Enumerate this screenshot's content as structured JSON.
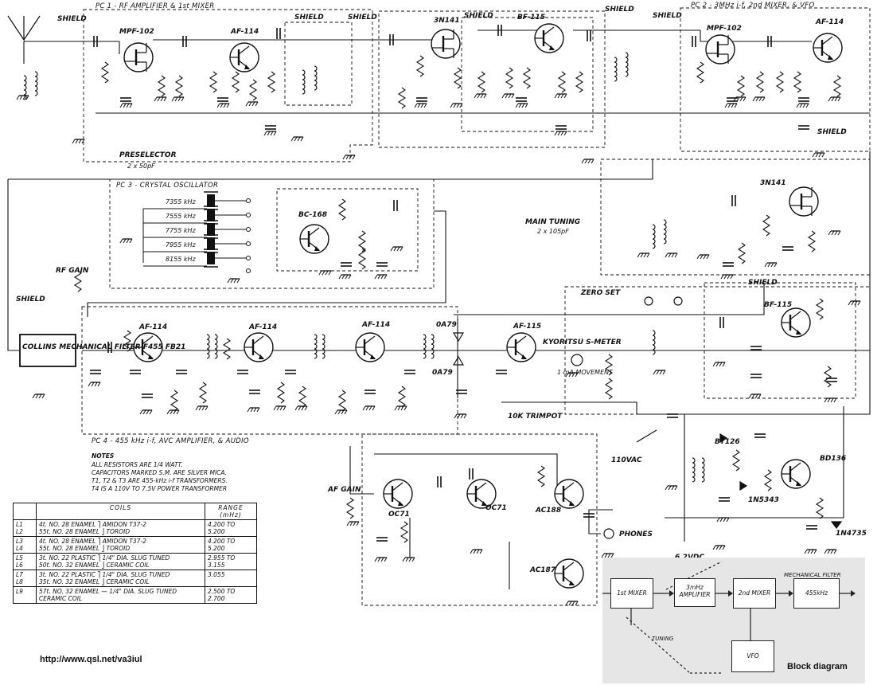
{
  "sections": {
    "pc1": "PC 1 - RF AMPLIFIER & 1st MIXER",
    "pc2": "PC 2 - 3MHz i-f, 2nd MIXER, & VFO",
    "pc3": "PC 3 - CRYSTAL OSCILLATOR",
    "pc4": "PC 4 - 455 kHz i-f, AVC AMPLIFIER, & AUDIO"
  },
  "labels": {
    "shield": "SHIELD",
    "preselector": "PRESELECTOR",
    "preselector_cap": "2 x 50pF",
    "main_tuning": "MAIN TUNING",
    "main_tuning_cap": "2 x 105pF",
    "zero_set": "ZERO SET",
    "rf_gain": "RF GAIN",
    "af_gain": "AF GAIN",
    "phones": "PHONES",
    "trimpot": "10K TRIMPOT",
    "smeter": "KYORITSU S-METER",
    "movement": "1 mA MOVEMENT",
    "mains": "110VAC",
    "supply": "6.2VDC",
    "collins_filter": "COLLINS MECHANICAL FILTER F455 FB21"
  },
  "transistors": [
    "MPF-102",
    "AF-114",
    "3N141",
    "BF-115",
    "MPF-102",
    "AF-114",
    "BC-168",
    "3N141",
    "BF-115",
    "AF-114",
    "AF-114",
    "AF-114",
    "AF-115",
    "OC71",
    "OC71",
    "AC188",
    "AC187",
    "BD136"
  ],
  "diodes": [
    "0A79",
    "0A79",
    "BY126",
    "1N5343",
    "1N4735"
  ],
  "crystals": [
    "7355 kHz",
    "7555 kHz",
    "7755 kHz",
    "7955 kHz",
    "8155 kHz"
  ],
  "notes": {
    "title": "NOTES",
    "lines": [
      "ALL RESISTORS ARE 1/4 WATT.",
      "CAPACITORS MARKED S.M. ARE SILVER MICA.",
      "T1, T2 & T3 ARE 455-kHz i-f TRANSFORMERS.",
      "T4 IS A 110V TO 7.5V POWER TRANSFORMER"
    ]
  },
  "coils_table": {
    "headers": [
      "",
      "COILS",
      "RANGE (mHz)"
    ],
    "rows": [
      {
        "ids": "L1\nL2",
        "desc": "4t. NO. 28 ENAMEL ⎤ AMIDON T37-2\n55t. NO. 28 ENAMEL ⎦ TOROID",
        "range": "4.200 TO\n5.200"
      },
      {
        "ids": "L3\nL4",
        "desc": "4t. NO. 28 ENAMEL ⎤ AMIDON T37-2\n55t. NO. 28 ENAMEL ⎦ TOROID",
        "range": "4.200 TO\n5.200"
      },
      {
        "ids": "L5\nL6",
        "desc": "3t. NO. 22 PLASTIC ⎤ 1/4\" DIA. SLUG TUNED\n50t. NO. 32 ENAMEL ⎦ CERAMIC COIL",
        "range": "2.955 TO\n3.155"
      },
      {
        "ids": "L7\nL8",
        "desc": "3t. NO. 22 PLASTIC ⎤ 1/4\" DIA. SLUG TUNED\n35t. NO. 32 ENAMEL ⎦ CERAMIC COIL",
        "range": "3.055"
      },
      {
        "ids": "L9",
        "desc": "57t. NO. 32 ENAMEL — 1/4\" DIA. SLUG TUNED\nCERAMIC COIL",
        "range": "2.500 TO\n2.700"
      }
    ]
  },
  "block_diagram": {
    "title": "Block diagram",
    "blocks": [
      "1st MIXER",
      "3mHz AMPLIFIER",
      "2nd MIXER",
      "455kHz",
      "VFO"
    ],
    "mechanical_filter": "MECHANICAL FILTER",
    "tuning": "TUNING"
  },
  "footer_url": "http://www.qsl.net/va3iul"
}
